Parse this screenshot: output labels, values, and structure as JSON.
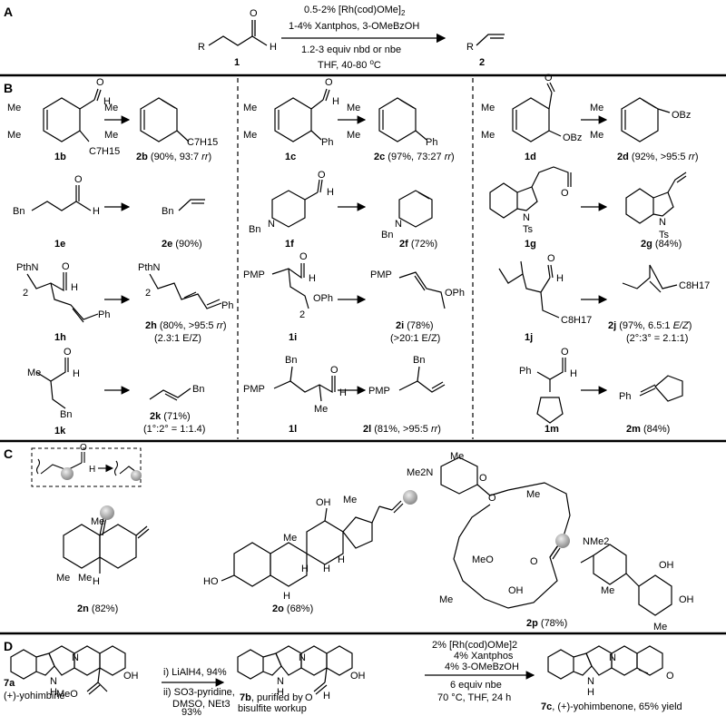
{
  "panels": {
    "A": "A",
    "B": "B",
    "C": "C",
    "D": "D"
  },
  "panel_a": {
    "substrate": "1",
    "product": "2",
    "condition_1": "0.5-2% [Rh(cod)OMe]",
    "condition_1_sub": "2",
    "condition_2": "1-4% Xantphos, 3-OMeBzOH",
    "condition_3": "1.2-3 equiv nbd or nbe",
    "condition_4": "THF, 40-80 ",
    "condition_4_deg": "o",
    "condition_4_end": "C",
    "r_label": "R",
    "h_label": "H",
    "o_label": "O"
  },
  "panel_b": {
    "entries": [
      {
        "substrate": "1b",
        "product": "2b",
        "result": " (90%, 93:7 ",
        "italic": "rr",
        "close": ")"
      },
      {
        "substrate": "1c",
        "product": "2c",
        "result": " (97%, 73:27 ",
        "italic": "rr",
        "close": ")"
      },
      {
        "substrate": "1d",
        "product": "2d",
        "result": " (92%, >95:5 ",
        "italic": "rr",
        "close": ")"
      },
      {
        "substrate": "1e",
        "product": "2e",
        "result": " (90%)",
        "italic": "",
        "close": ""
      },
      {
        "substrate": "1f",
        "product": "2f",
        "result": " (72%)",
        "italic": "",
        "close": ""
      },
      {
        "substrate": "1g",
        "product": "2g",
        "result": " (84%)",
        "italic": "",
        "close": ""
      },
      {
        "substrate": "1h",
        "product": "2h",
        "result": " (80%, >95:5 ",
        "italic": "rr",
        "close": ")"
      },
      {
        "substrate": "1i",
        "product": "2i",
        "result": " (78%)",
        "italic": "",
        "close": ""
      },
      {
        "substrate": "1j",
        "product": "2j",
        "result": " (97%, 6.5:1 ",
        "italic": "E/Z",
        "close": ")"
      },
      {
        "substrate": "1k",
        "product": "2k",
        "result": " (71%)",
        "italic": "",
        "close": ""
      },
      {
        "substrate": "1l",
        "product": "2l",
        "result": " (81%, >95:5 ",
        "italic": "rr",
        "close": ")"
      },
      {
        "substrate": "1m",
        "product": "2m",
        "result": " (84%)",
        "italic": "",
        "close": ""
      }
    ],
    "notes": {
      "h": "(2.3:1 E/Z)",
      "i": "(>20:1 E/Z)",
      "j": "(2°:3° = 2.1:1)",
      "k": "(1°:2° = 1:1.4)"
    },
    "atoms": {
      "me": "Me",
      "c7h15": "C7H15",
      "ph": "Ph",
      "obz": "OBz",
      "bn": "Bn",
      "n": "N",
      "ts": "Ts",
      "pthn": "PthN",
      "pmp": "PMP",
      "oph": "OPh",
      "c8h17": "C8H17",
      "o": "O",
      "h": "H",
      "sub2": "2"
    }
  },
  "panel_c": {
    "products": [
      {
        "id": "2n",
        "yield": " (82%)"
      },
      {
        "id": "2o",
        "yield": " (68%)"
      },
      {
        "id": "2p",
        "yield": " (78%)"
      }
    ],
    "atoms": {
      "me": "Me",
      "h": "H",
      "ho": "HO",
      "oh": "OH",
      "o": "O",
      "meo": "MeO",
      "me2n": "Me2N",
      "nme2": "NMe2"
    }
  },
  "panel_d": {
    "compound_7a": "7a",
    "compound_7a_name": "(+)-yohimbine",
    "compound_7b": "7b",
    "compound_7b_note_1": ", purified by",
    "compound_7b_note_2": "bisulfite workup",
    "compound_7c": "7c",
    "compound_7c_note": ", (+)-yohimbenone, 65% yield",
    "step1": "i) LiAlH4, 94%",
    "step2_1": "ii) SO3-pyridine,",
    "step2_2": "DMSO, NEt3",
    "step2_3": "93%",
    "cond_1": "2% [Rh(cod)OMe]2",
    "cond_2": "4% Xantphos",
    "cond_3": "4% 3-OMeBzOH",
    "cond_4": "6 equiv nbe",
    "cond_5": "70 °C, THF, 24 h",
    "atoms": {
      "n": "N",
      "h": "H",
      "oh": "OH",
      "meo": "MeO",
      "o": "O"
    }
  }
}
